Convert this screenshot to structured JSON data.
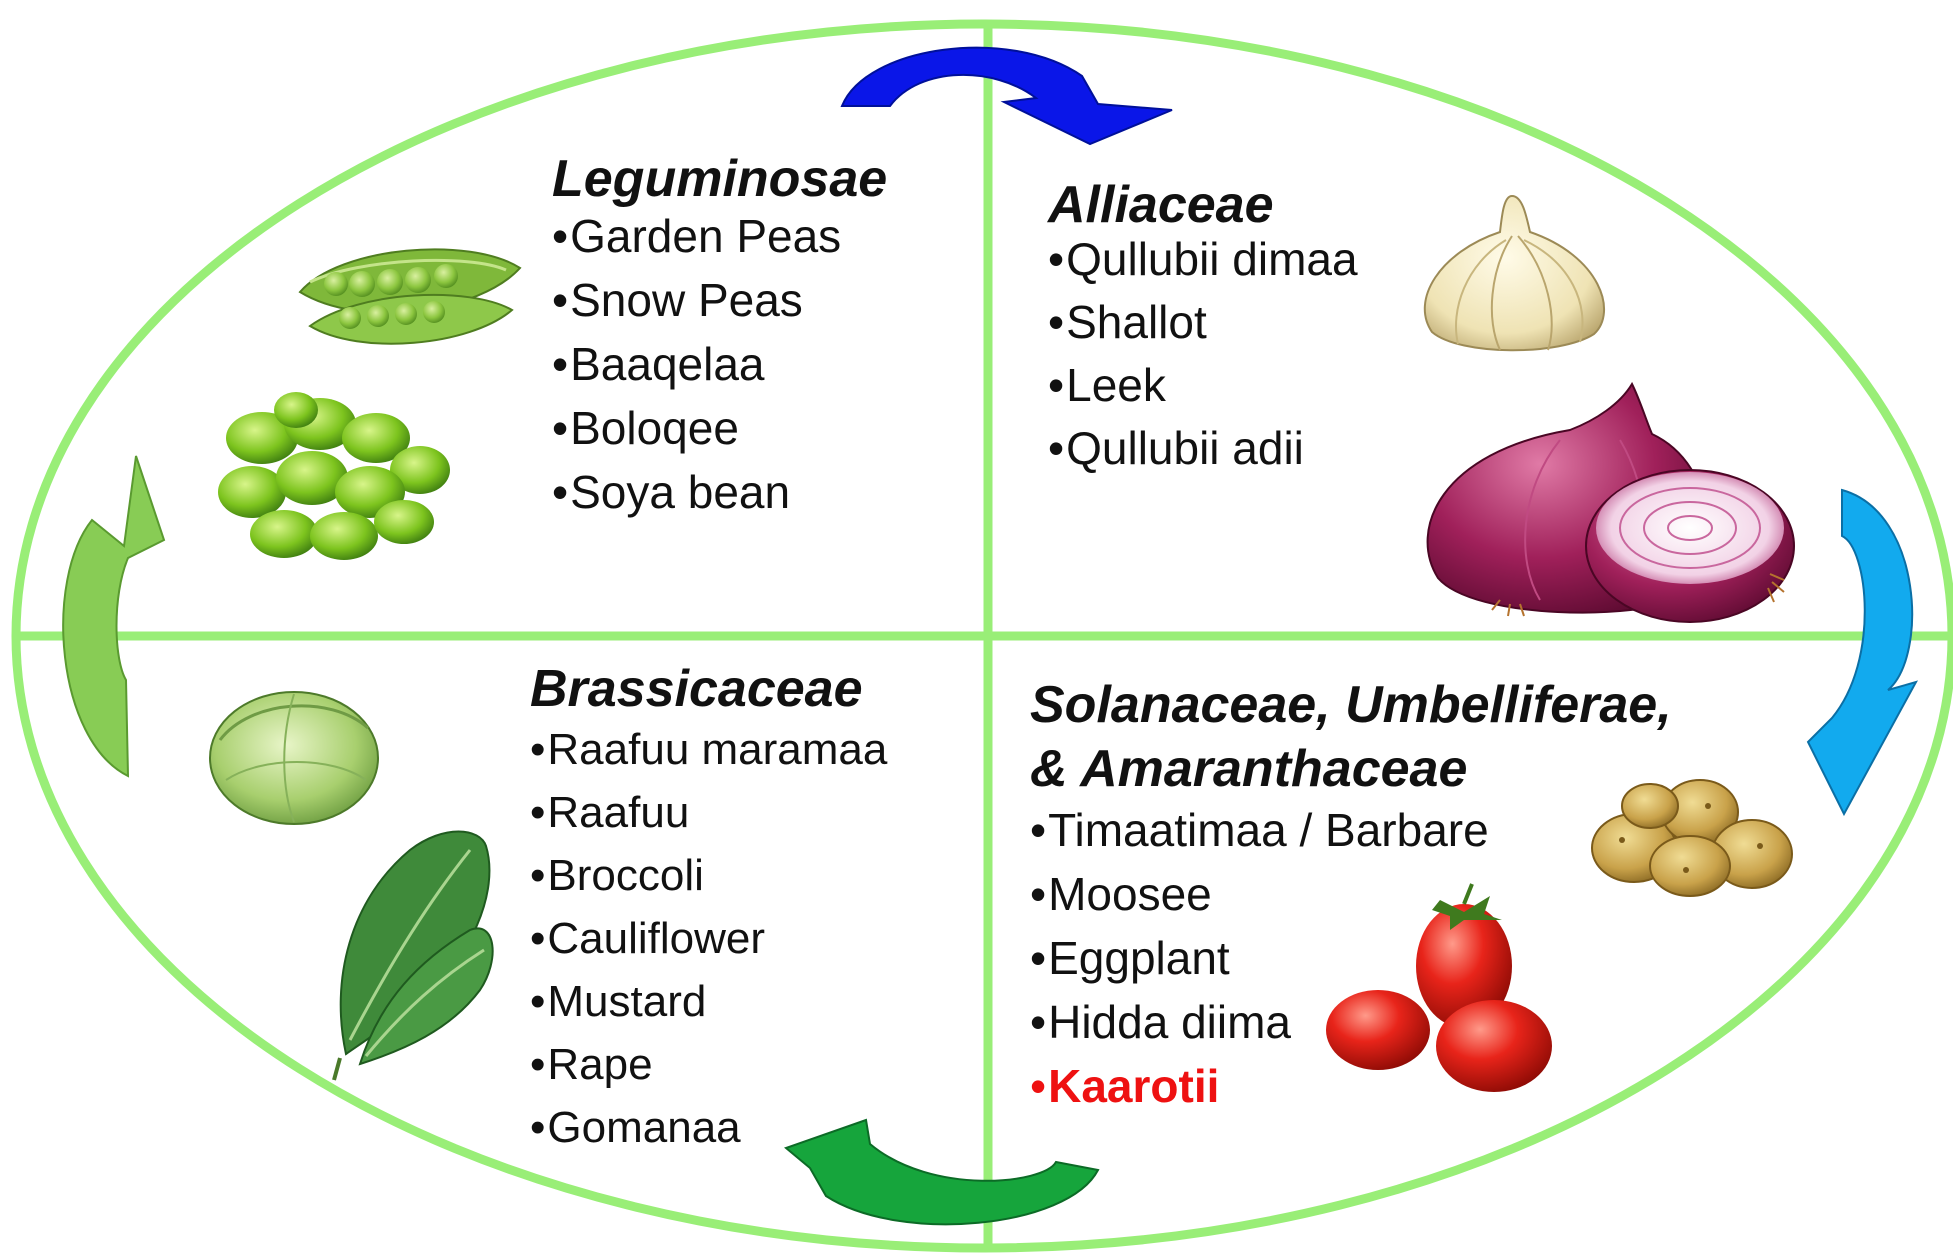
{
  "quadrants": {
    "leguminosae": {
      "title": "Leguminosae",
      "items": [
        "Garden Peas",
        "Snow Peas",
        "Baaqelaa",
        "Boloqee",
        "Soya bean"
      ]
    },
    "alliaceae": {
      "title": "Alliaceae",
      "items": [
        "Qullubii dimaa",
        "Shallot",
        "Leek",
        "Qullubii adii"
      ]
    },
    "brassicaceae": {
      "title": "Brassicaceae",
      "items": [
        "Raafuu maramaa",
        "Raafuu",
        "Broccoli",
        "Cauliflower",
        "Mustard",
        "Rape",
        "Gomanaa"
      ]
    },
    "solanaceae": {
      "title_line1": "Solanaceae, Umbelliferae,",
      "title_line2": "& Amaranthaceae",
      "items": [
        "Timaatimaa / Barbare",
        "Moosee",
        "Eggplant",
        "Hidda diima"
      ],
      "highlight_item": "Kaarotii"
    }
  },
  "bullet": "•",
  "colors": {
    "ring": "#99ee77",
    "arrow_top": "#0a16e8",
    "arrow_right": "#12aaee",
    "arrow_bottom": "#16a53c",
    "arrow_left": "#88cc55",
    "highlight": "#ee1111"
  },
  "icons": [
    "pea-pod-icon",
    "broad-bean-icon",
    "garlic-bulb-icon",
    "red-onion-icon",
    "cabbage-icon",
    "kale-leaf-icon",
    "potato-icon",
    "tomato-icon"
  ]
}
